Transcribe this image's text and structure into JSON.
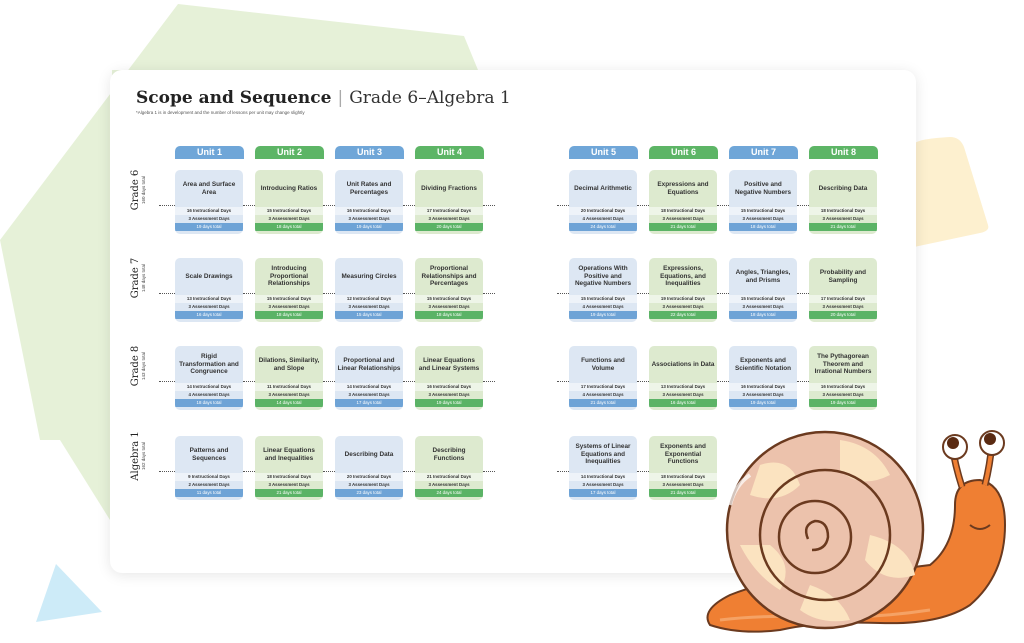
{
  "header": {
    "title_bold": "Scope and Sequence",
    "separator": "|",
    "title_sub": "Grade 6–Algebra 1",
    "note": "*Algebra 1 is in development and the number of lessons per unit may change slightly"
  },
  "colors": {
    "blue_tab": "#6fa6d8",
    "green_tab": "#5db566",
    "blue_cell": "#dde7f3",
    "green_cell": "#ddeacf",
    "bg_green": "#e6f1d8",
    "bg_yellow": "#fdf0cf",
    "bg_cyan": "#cdebf8",
    "snail_body": "#ef7f33"
  },
  "units": [
    "Unit 1",
    "Unit 2",
    "Unit 3",
    "Unit 4",
    "Unit 5",
    "Unit 6",
    "Unit 7",
    "Unit 8"
  ],
  "rows": [
    {
      "label": "Grade 6",
      "days": "160 days total",
      "cells": [
        {
          "name": "Area and Surface Area",
          "inst": "16 Instructional Days",
          "assess": "3 Assessment Days",
          "total": "19 days total"
        },
        {
          "name": "Introducing Ratios",
          "inst": "15 Instructional Days",
          "assess": "3 Assessment Days",
          "total": "18 days total"
        },
        {
          "name": "Unit Rates and Percentages",
          "inst": "16 Instructional Days",
          "assess": "3 Assessment Days",
          "total": "19 days total"
        },
        {
          "name": "Dividing Fractions",
          "inst": "17 Instructional Days",
          "assess": "3 Assessment Days",
          "total": "20 days total"
        },
        {
          "name": "Decimal Arithmetic",
          "inst": "20 Instructional Days",
          "assess": "4 Assessment Days",
          "total": "24 days total"
        },
        {
          "name": "Expressions and Equations",
          "inst": "18 Instructional Days",
          "assess": "3 Assessment Days",
          "total": "21 days total"
        },
        {
          "name": "Positive and Negative Numbers",
          "inst": "15 Instructional Days",
          "assess": "3 Assessment Days",
          "total": "18 days total"
        },
        {
          "name": "Describing Data",
          "inst": "18 Instructional Days",
          "assess": "3 Assessment Days",
          "total": "21 days total"
        }
      ]
    },
    {
      "label": "Grade 7",
      "days": "148 days total",
      "cells": [
        {
          "name": "Scale Drawings",
          "inst": "13 Instructional Days",
          "assess": "3 Assessment Days",
          "total": "16 days total"
        },
        {
          "name": "Introducing Proportional Relationships",
          "inst": "15 Instructional Days",
          "assess": "3 Assessment Days",
          "total": "18 days total"
        },
        {
          "name": "Measuring Circles",
          "inst": "12 Instructional Days",
          "assess": "3 Assessment Days",
          "total": "15 days total"
        },
        {
          "name": "Proportional Relationships and Percentages",
          "inst": "15 Instructional Days",
          "assess": "3 Assessment Days",
          "total": "18 days total"
        },
        {
          "name": "Operations With Positive and Negative Numbers",
          "inst": "15 Instructional Days",
          "assess": "4 Assessment Days",
          "total": "19 days total"
        },
        {
          "name": "Expressions, Equations, and Inequalities",
          "inst": "19 Instructional Days",
          "assess": "3 Assessment Days",
          "total": "22 days total"
        },
        {
          "name": "Angles, Triangles, and Prisms",
          "inst": "15 Instructional Days",
          "assess": "3 Assessment Days",
          "total": "18 days total"
        },
        {
          "name": "Probability and Sampling",
          "inst": "17 Instructional Days",
          "assess": "3 Assessment Days",
          "total": "20 days total"
        }
      ]
    },
    {
      "label": "Grade 8",
      "days": "143 days total",
      "cells": [
        {
          "name": "Rigid Transformation and Congruence",
          "inst": "14 Instructional Days",
          "assess": "4 Assessment Days",
          "total": "18 days total"
        },
        {
          "name": "Dilations, Similarity, and Slope",
          "inst": "11 Instructional Days",
          "assess": "3 Assessment Days",
          "total": "14 days total"
        },
        {
          "name": "Proportional and Linear Relationships",
          "inst": "14 Instructional Days",
          "assess": "3 Assessment Days",
          "total": "17 days total"
        },
        {
          "name": "Linear Equations and Linear Systems",
          "inst": "16 Instructional Days",
          "assess": "3 Assessment Days",
          "total": "19 days total"
        },
        {
          "name": "Functions and Volume",
          "inst": "17 Instructional Days",
          "assess": "4 Assessment Days",
          "total": "21 days total"
        },
        {
          "name": "Associations in Data",
          "inst": "13 Instructional Days",
          "assess": "3 Assessment Days",
          "total": "16 days total"
        },
        {
          "name": "Exponents and Scientific Notation",
          "inst": "16 Instructional Days",
          "assess": "3 Assessment Days",
          "total": "19 days total"
        },
        {
          "name": "The Pythagorean Theorem and Irrational Numbers",
          "inst": "16 Instructional Days",
          "assess": "3 Assessment Days",
          "total": "19 days total"
        }
      ]
    },
    {
      "label": "Algebra 1",
      "days": "162 days total",
      "cells": [
        {
          "name": "Patterns and Sequences",
          "inst": "9 Instructional Days",
          "assess": "2 Assessment Days",
          "total": "11 days total"
        },
        {
          "name": "Linear Equations and Inequalities",
          "inst": "18 Instructional Days",
          "assess": "3 Assessment Days",
          "total": "21 days total"
        },
        {
          "name": "Describing Data",
          "inst": "20 Instructional Days",
          "assess": "3 Assessment Days",
          "total": "23 days total"
        },
        {
          "name": "Describing Functions",
          "inst": "21 Instructional Days",
          "assess": "3 Assessment Days",
          "total": "24 days total"
        },
        {
          "name": "Systems of Linear Equations and Inequalities",
          "inst": "14 Instructional Days",
          "assess": "3 Assessment Days",
          "total": "17 days total"
        },
        {
          "name": "Exponents and Exponential Functions",
          "inst": "18 Instructional Days",
          "assess": "3 Assessment Days",
          "total": "21 days total"
        }
      ]
    }
  ]
}
